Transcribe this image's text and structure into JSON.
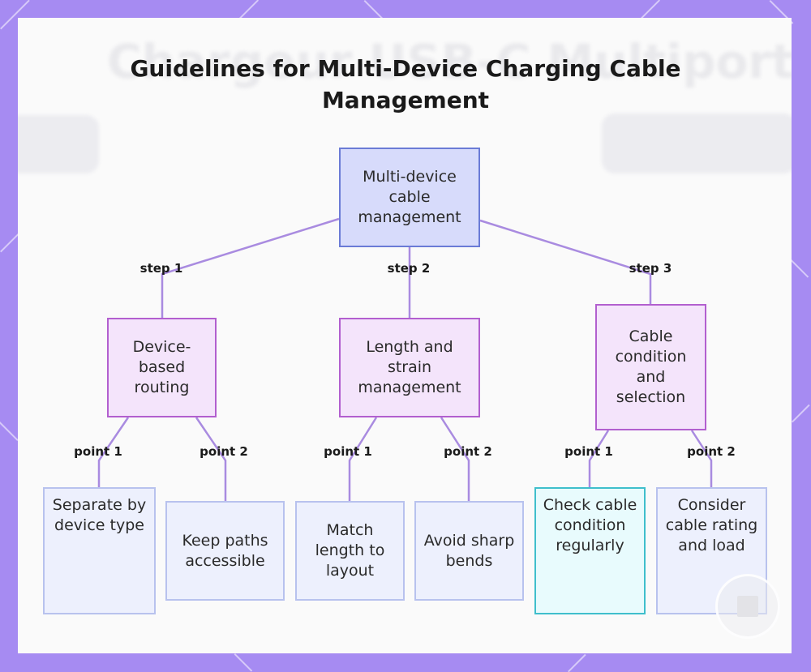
{
  "title": "Guidelines for Multi-Device Charging Cable Management",
  "background_text": "Chargeur USB-C Multiport",
  "colors": {
    "border": "#a68bf2",
    "root_fill": "#d7dbfb",
    "root_stroke": "#6b7bd6",
    "step_fill": "#f4e4fb",
    "step_stroke": "#b25fcf",
    "leaf_fill": "#edf0fd",
    "leaf_stroke": "#b8c2ee",
    "highlight_fill": "#e8fbfd",
    "highlight_stroke": "#3fbfcc",
    "edge": "#a98be0"
  },
  "root": {
    "label": "Multi-device cable management"
  },
  "steps": [
    {
      "label": "Device-based routing",
      "edge_label": "step 1"
    },
    {
      "label": "Length and strain management",
      "edge_label": "step 2"
    },
    {
      "label": "Cable condition and selection",
      "edge_label": "step 3"
    }
  ],
  "points": [
    {
      "label": "Separate by device type",
      "edge_label": "point 1"
    },
    {
      "label": "Keep paths accessible",
      "edge_label": "point 2"
    },
    {
      "label": "Match length to layout",
      "edge_label": "point 1"
    },
    {
      "label": "Avoid sharp bends",
      "edge_label": "point 2"
    },
    {
      "label": "Check cable condition regularly",
      "edge_label": "point 1"
    },
    {
      "label": "Consider cable rating and load",
      "edge_label": "point 2"
    }
  ]
}
